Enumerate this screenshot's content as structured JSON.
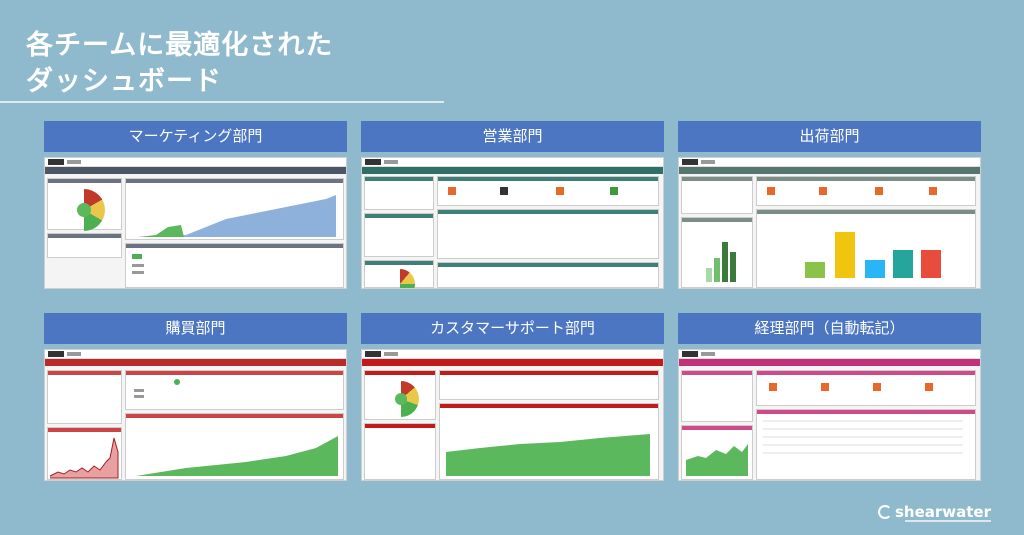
{
  "title": {
    "line1": "各チームに最適化された",
    "line2": "ダッシュボード"
  },
  "cards": [
    {
      "label": "マーケティング部門",
      "theme": "#4b5563"
    },
    {
      "label": "営業部門",
      "theme": "#2f6f66"
    },
    {
      "label": "出荷部門",
      "theme": "#56756e"
    },
    {
      "label": "購買部門",
      "theme": "#b72a2a"
    },
    {
      "label": "カスタマーサポート部門",
      "theme": "#c01a1a"
    },
    {
      "label": "経理部門（自動転記）",
      "theme": "#c0317a"
    }
  ],
  "brand": {
    "name": "shearwater"
  }
}
